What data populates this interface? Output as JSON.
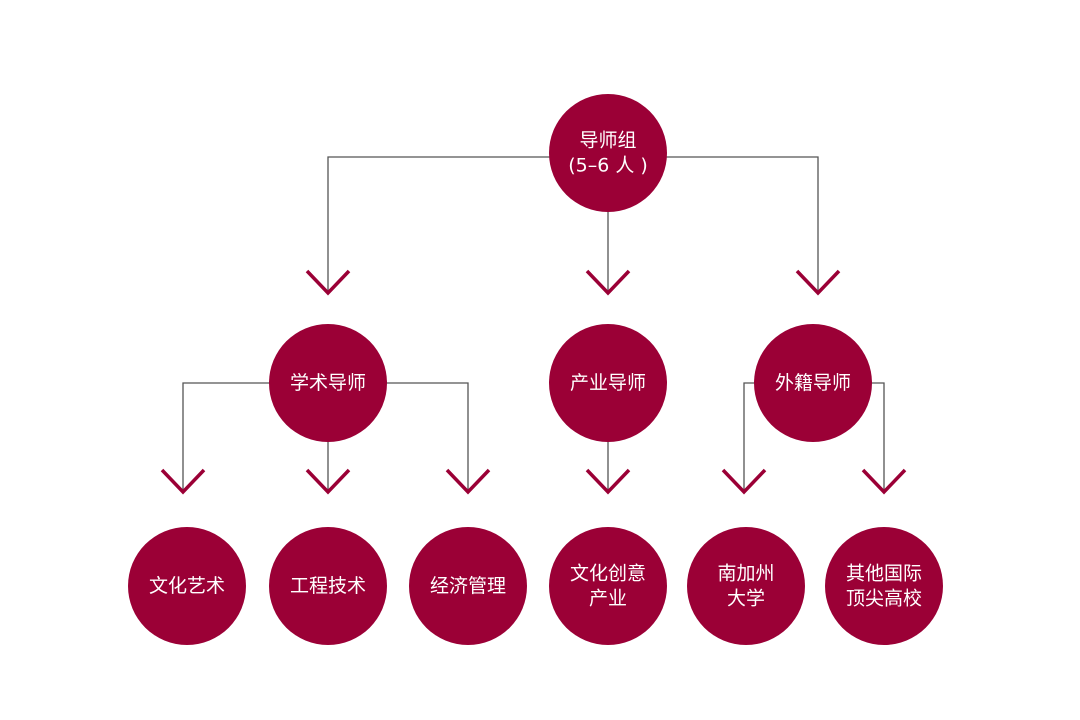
{
  "diagram": {
    "colors": {
      "node": "#9b0036",
      "connector": "#555555",
      "arrow": "#9b0036",
      "text": "#ffffff"
    },
    "root": {
      "id": "root",
      "lines": [
        "导师组",
        "(5–6 人 )"
      ]
    },
    "level2": [
      {
        "id": "academic",
        "lines": [
          "学术导师"
        ]
      },
      {
        "id": "industry",
        "lines": [
          "产业导师"
        ]
      },
      {
        "id": "foreign",
        "lines": [
          "外籍导师"
        ]
      }
    ],
    "level3": [
      {
        "id": "culture-art",
        "parent": "academic",
        "lines": [
          "文化艺术"
        ]
      },
      {
        "id": "engineering",
        "parent": "academic",
        "lines": [
          "工程技术"
        ]
      },
      {
        "id": "economics",
        "parent": "academic",
        "lines": [
          "经济管理"
        ]
      },
      {
        "id": "creative-industry",
        "parent": "industry",
        "lines": [
          "文化创意",
          "产业"
        ]
      },
      {
        "id": "usc",
        "parent": "foreign",
        "lines": [
          "南加州",
          "大学"
        ]
      },
      {
        "id": "other-top",
        "parent": "foreign",
        "lines": [
          "其他国际",
          "顶尖高校"
        ]
      }
    ]
  }
}
